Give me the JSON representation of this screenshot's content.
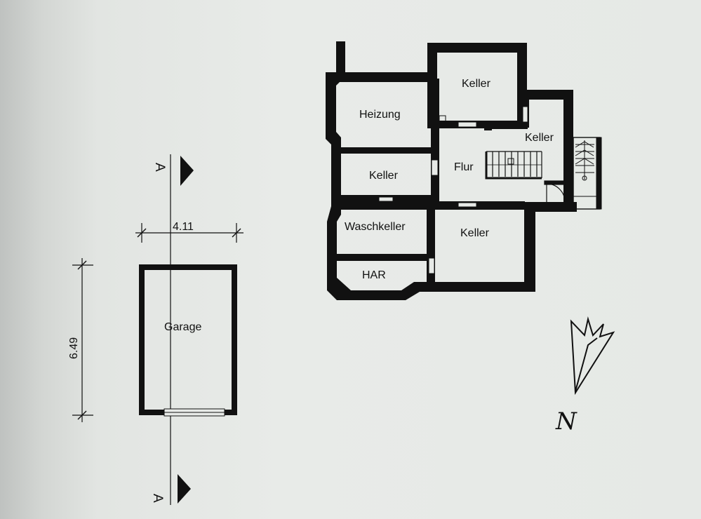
{
  "garage": {
    "label": "Garage",
    "width_dimension": "4.11",
    "length_dimension": "6.49"
  },
  "section_marker": {
    "top": "A",
    "bottom": "A"
  },
  "rooms": {
    "keller_top": "Keller",
    "heizung": "Heizung",
    "keller_right": "Keller",
    "keller_mid": "Keller",
    "flur": "Flur",
    "waschkeller": "Waschkeller",
    "keller_bottom": "Keller",
    "har": "HAR"
  },
  "north_arrow": {
    "label": "N"
  },
  "colors": {
    "wall": "#111111",
    "paper": "#e7eae7"
  }
}
